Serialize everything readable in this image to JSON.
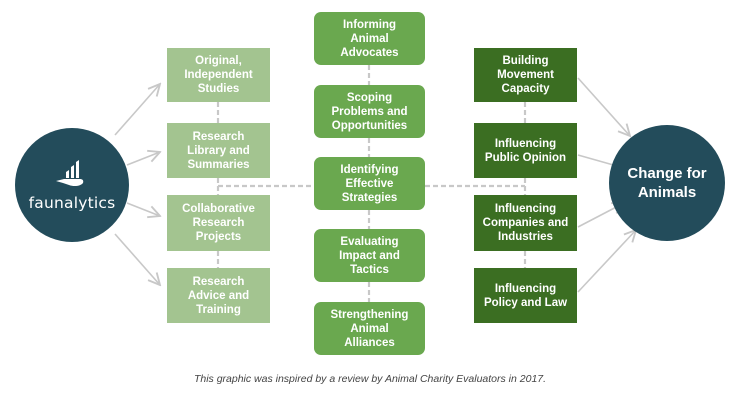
{
  "source": {
    "logo_text": "faunalytics",
    "icon": "faunalytics-bird-bars-icon",
    "color": "#234c5b"
  },
  "outputs_column": {
    "color": "#a3c490",
    "items": [
      {
        "label": "Original,\nIndependent\nStudies"
      },
      {
        "label": "Research\nLibrary and\nSummaries"
      },
      {
        "label": "Collaborative\nResearch\nProjects"
      },
      {
        "label": "Research\nAdvice and\nTraining"
      }
    ]
  },
  "activities_column": {
    "color": "#6aa84f",
    "items": [
      {
        "label": "Informing\nAnimal\nAdvocates"
      },
      {
        "label": "Scoping\nProblems and\nOpportunities"
      },
      {
        "label": "Identifying\nEffective\nStrategies"
      },
      {
        "label": "Evaluating\nImpact and\nTactics"
      },
      {
        "label": "Strengthening\nAnimal\nAlliances"
      }
    ]
  },
  "outcomes_column": {
    "color": "#3b6e22",
    "items": [
      {
        "label": "Building\nMovement\nCapacity"
      },
      {
        "label": "Influencing\nPublic Opinion"
      },
      {
        "label": "Influencing\nCompanies and\nIndustries"
      },
      {
        "label": "Influencing\nPolicy and Law"
      }
    ]
  },
  "goal": {
    "label": "Change for Animals",
    "color": "#234c5b"
  },
  "caption": "This graphic was inspired by a review by Animal Charity Evaluators in 2017."
}
